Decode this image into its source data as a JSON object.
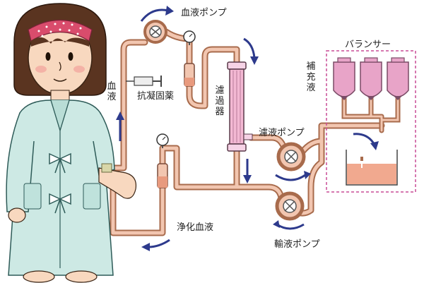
{
  "colors": {
    "tube_outer": "#a86b4c",
    "tube_inner": "#f2c6b0",
    "bag": "#e8a4c8",
    "bag_stroke": "#7a4b66",
    "arrow": "#2d3a8c",
    "gown": "#cde9e4",
    "gown_stroke": "#2e5b58",
    "hair": "#5a3420",
    "skin": "#f8d8bf",
    "headband": "#d94c6c",
    "fluid": "#f1a98f",
    "bracket": "#c94b95"
  },
  "labels": {
    "blood_pump": "血液ポンプ",
    "blood": "血液",
    "anticoagulant": "抗凝固薬",
    "filter": "濾過器",
    "filtrate_pump": "濾液ポンプ",
    "replacement_fluid": "補充液",
    "balancer": "バランサー",
    "purified_blood": "浄化血液",
    "infusion_pump": "輸液ポンプ"
  },
  "icons": [
    "patient-figure",
    "blood-pump-icon",
    "pressure-gauge-icon",
    "syringe-icon",
    "filter-column-icon",
    "drip-chamber-icon",
    "roller-pump-icon",
    "fluid-bag-icon",
    "collection-basin-icon",
    "flow-arrow-icon"
  ]
}
